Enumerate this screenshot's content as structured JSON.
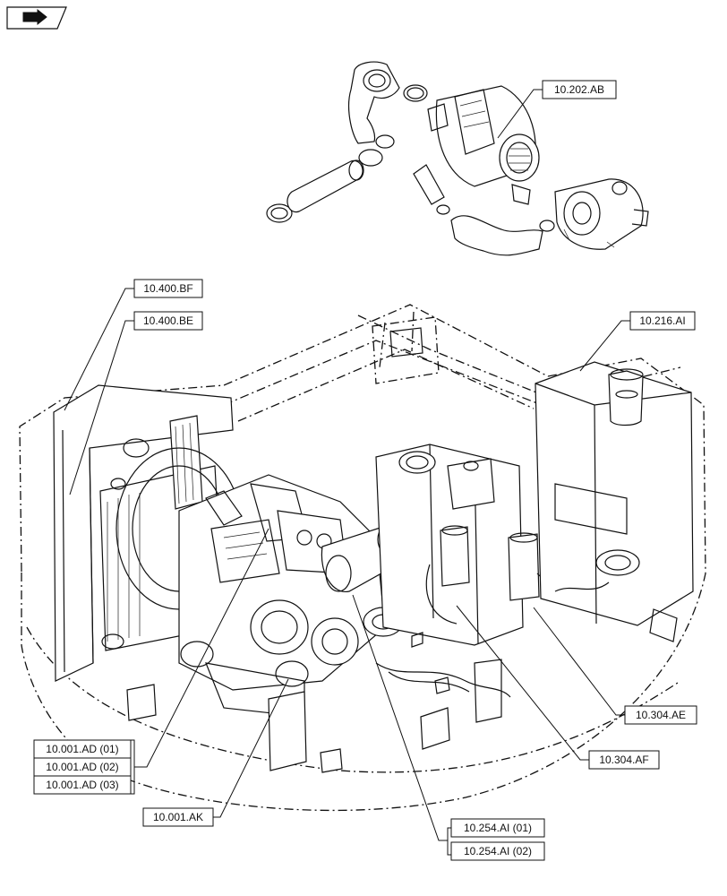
{
  "labels": {
    "airfilter": "10.202.AB",
    "frame_bf": "10.400.BF",
    "frame_be": "10.400.BE",
    "tank": "10.216.AI",
    "filter_ae": "10.304.AE",
    "filter_af": "10.304.AF",
    "engine_01": "10.001.AD (01)",
    "engine_02": "10.001.AD (02)",
    "engine_03": "10.001.AD (03)",
    "mount": "10.001.AK",
    "exhaust_01": "10.254.AI (01)",
    "exhaust_02": "10.254.AI (02)"
  },
  "icons": {
    "corner": "book-arrow-icon"
  }
}
